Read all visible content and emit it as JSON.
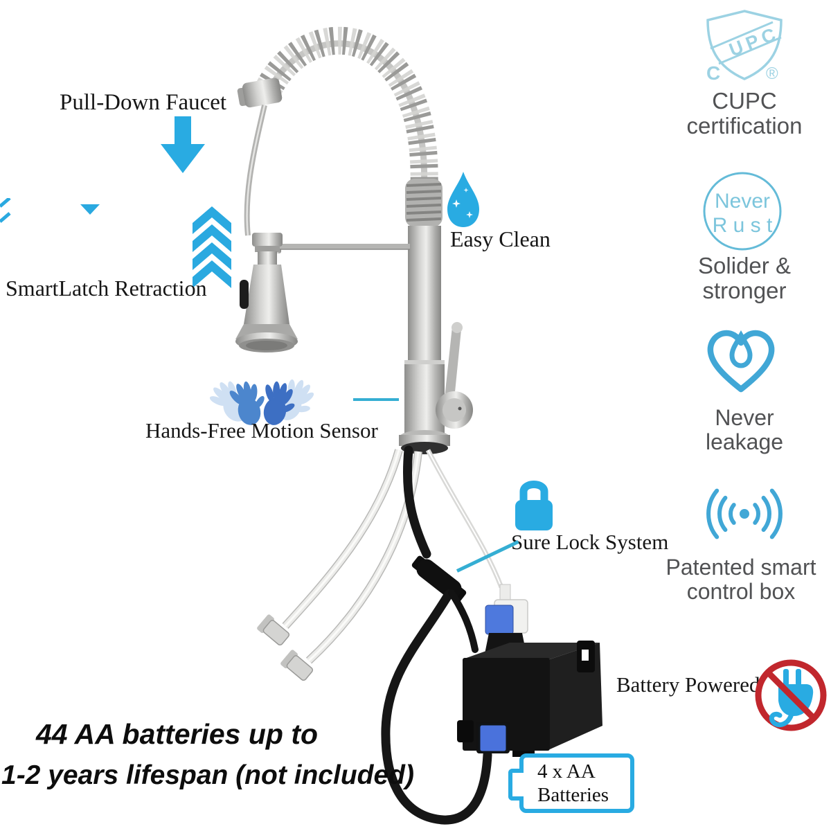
{
  "product": {
    "callouts": {
      "pull_down": "Pull-Down Faucet",
      "smartlatch": "SmartLatch Retraction",
      "easy_clean": "Easy Clean",
      "hands_free": "Hands-Free Motion Sensor",
      "sure_lock": "Sure Lock System",
      "battery_powered": "Battery Powered"
    },
    "bottom_note": {
      "line1": "44 AA batteries up to",
      "line2": "1-2 years lifespan (not included)"
    },
    "battery_box": {
      "line1": "4 x AA",
      "line2": "Batteries"
    },
    "badges": {
      "cupc": {
        "shield_band": "UPC",
        "shield_left": "C",
        "shield_right": "®",
        "caption_line1": "CUPC",
        "caption_line2": "certification"
      },
      "never_rust": {
        "circle_line1": "Never",
        "circle_line2": "R u s t",
        "caption_line1": "Solider &",
        "caption_line2": "stronger"
      },
      "never_leakage": {
        "caption_line1": "Never",
        "caption_line2": "leakage"
      },
      "smart_control": {
        "caption_line1": "Patented smart",
        "caption_line2": "control box"
      }
    },
    "colors": {
      "accent_blue": "#29abe2",
      "light_blue": "#9cd2e3",
      "badge_blue": "#41a7d6",
      "connector_blue": "#4a72dc",
      "ban_red": "#c1272d",
      "text_dark": "#161616",
      "text_gray": "#515254"
    }
  }
}
